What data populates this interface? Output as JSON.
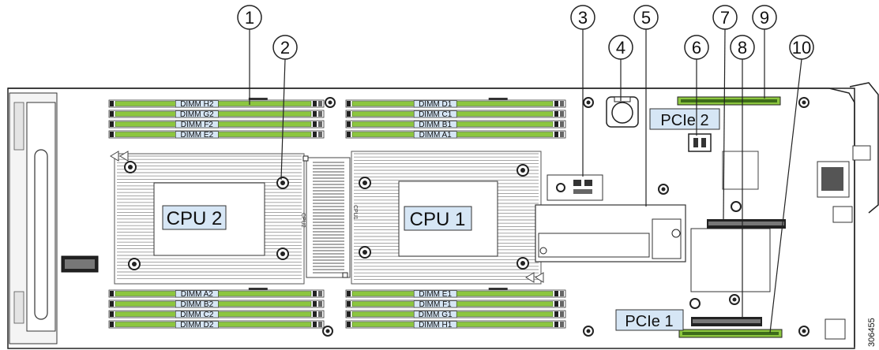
{
  "callouts": [
    "1",
    "2",
    "3",
    "4",
    "5",
    "6",
    "7",
    "8",
    "9",
    "10"
  ],
  "dimms": {
    "top_left": [
      "DIMM H2",
      "DIMM G2",
      "DIMM F2",
      "DIMM E2"
    ],
    "top_right": [
      "DIMM D1",
      "DIMM C1",
      "DIMM B1",
      "DIMM A1"
    ],
    "bottom_left": [
      "DIMM A2",
      "DIMM B2",
      "DIMM C2",
      "DIMM D2"
    ],
    "bottom_right": [
      "DIMM E1",
      "DIMM F1",
      "DIMM G1",
      "DIMM H1"
    ]
  },
  "cpus": {
    "cpu2_label": "CPU 2",
    "cpu1_label": "CPU 1",
    "cpu2_silk": "CPU2",
    "cpu1_silk": "CPU1"
  },
  "pcie": {
    "pcie2_label": "PCIe 2",
    "pcie1_label": "PCIe 1"
  },
  "figure_id": "306455",
  "colors": {
    "dimm_green": "#8cc63f",
    "label_fill": "#d6e6f5",
    "outline": "#222222",
    "heatsink": "#c8c8c8"
  }
}
